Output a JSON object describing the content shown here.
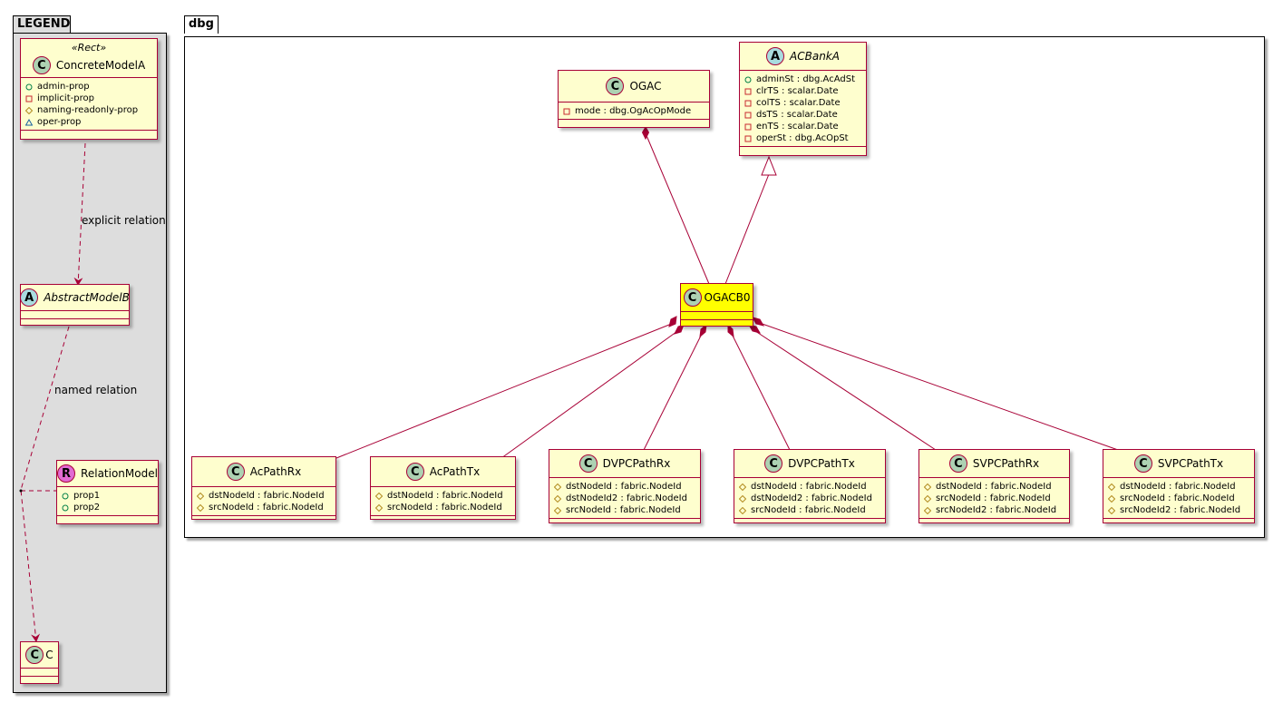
{
  "colors": {
    "class_fill": "#fefece",
    "class_border": "#a80036",
    "highlight_fill": "#ffff00",
    "legend_fill": "#dddddd",
    "class_circle": "#add1b2",
    "abstract_circle": "#a9dcdf",
    "relation_circle": "#e16bd3",
    "line": "#a80036"
  },
  "legend": {
    "title": "LEGEND",
    "stereotype": "«Rect»",
    "concrete": {
      "letter": "C",
      "name": "ConcreteModelA",
      "attrs": [
        {
          "vis": "public",
          "text": "admin-prop"
        },
        {
          "vis": "private",
          "text": "implicit-prop"
        },
        {
          "vis": "protected",
          "text": "naming-readonly-prop"
        },
        {
          "vis": "package",
          "text": "oper-prop"
        }
      ]
    },
    "explicit_label": "explicit relation",
    "abstract": {
      "letter": "A",
      "name": "AbstractModelB"
    },
    "named_label": "named relation",
    "relation": {
      "letter": "R",
      "name": "RelationModel",
      "attrs": [
        {
          "vis": "public",
          "text": "prop1"
        },
        {
          "vis": "public",
          "text": "prop2"
        }
      ]
    },
    "c_class": {
      "letter": "C",
      "name": "C"
    }
  },
  "dbg": {
    "title": "dbg",
    "ogac": {
      "letter": "C",
      "name": "OGAC",
      "attrs": [
        {
          "vis": "private",
          "text": "mode : dbg.OgAcOpMode"
        }
      ]
    },
    "acbanka": {
      "letter": "A",
      "name": "ACBankA",
      "attrs": [
        {
          "vis": "public",
          "text": "adminSt : dbg.AcAdSt"
        },
        {
          "vis": "private",
          "text": "clrTS : scalar.Date"
        },
        {
          "vis": "private",
          "text": "colTS : scalar.Date"
        },
        {
          "vis": "private",
          "text": "dsTS : scalar.Date"
        },
        {
          "vis": "private",
          "text": "enTS : scalar.Date"
        },
        {
          "vis": "private",
          "text": "operSt : dbg.AcOpSt"
        }
      ]
    },
    "ogacb0": {
      "letter": "C",
      "name": "OGACB0"
    },
    "acpathrx": {
      "letter": "C",
      "name": "AcPathRx",
      "attrs": [
        {
          "vis": "protected",
          "text": "dstNodeId : fabric.NodeId"
        },
        {
          "vis": "protected",
          "text": "srcNodeId : fabric.NodeId"
        }
      ]
    },
    "acpathtx": {
      "letter": "C",
      "name": "AcPathTx",
      "attrs": [
        {
          "vis": "protected",
          "text": "dstNodeId : fabric.NodeId"
        },
        {
          "vis": "protected",
          "text": "srcNodeId : fabric.NodeId"
        }
      ]
    },
    "dvpcpathrx": {
      "letter": "C",
      "name": "DVPCPathRx",
      "attrs": [
        {
          "vis": "protected",
          "text": "dstNodeId : fabric.NodeId"
        },
        {
          "vis": "protected",
          "text": "dstNodeId2 : fabric.NodeId"
        },
        {
          "vis": "protected",
          "text": "srcNodeId : fabric.NodeId"
        }
      ]
    },
    "dvpcpathtx": {
      "letter": "C",
      "name": "DVPCPathTx",
      "attrs": [
        {
          "vis": "protected",
          "text": "dstNodeId : fabric.NodeId"
        },
        {
          "vis": "protected",
          "text": "dstNodeId2 : fabric.NodeId"
        },
        {
          "vis": "protected",
          "text": "srcNodeId : fabric.NodeId"
        }
      ]
    },
    "svpcpathrx": {
      "letter": "C",
      "name": "SVPCPathRx",
      "attrs": [
        {
          "vis": "protected",
          "text": "dstNodeId : fabric.NodeId"
        },
        {
          "vis": "protected",
          "text": "srcNodeId : fabric.NodeId"
        },
        {
          "vis": "protected",
          "text": "srcNodeId2 : fabric.NodeId"
        }
      ]
    },
    "svpcpathtx": {
      "letter": "C",
      "name": "SVPCPathTx",
      "attrs": [
        {
          "vis": "protected",
          "text": "dstNodeId : fabric.NodeId"
        },
        {
          "vis": "protected",
          "text": "srcNodeId : fabric.NodeId"
        },
        {
          "vis": "protected",
          "text": "srcNodeId2 : fabric.NodeId"
        }
      ]
    }
  }
}
